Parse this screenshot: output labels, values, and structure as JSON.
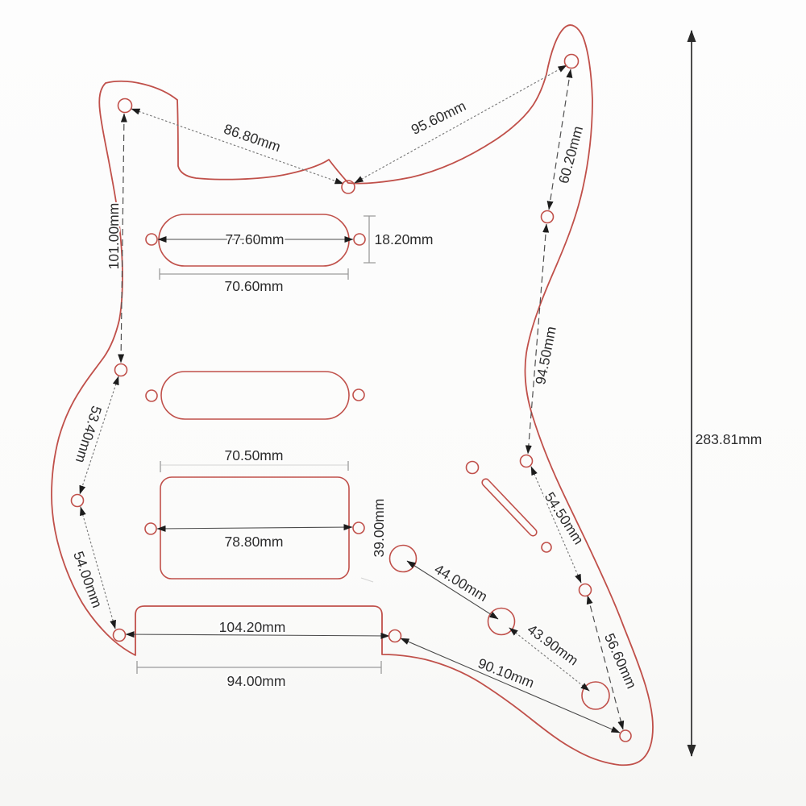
{
  "diagram": {
    "subject": "HSS guitar pickguard dimension drawing",
    "unit": "mm",
    "colors": {
      "outline": "#c0504a",
      "dimension_text": "#2d2d2d",
      "dimension_line": "#4a4a4a"
    },
    "dims": {
      "d86_80": "86.80mm",
      "d95_60": "95.60mm",
      "d60_20": "60.20mm",
      "d101_00": "101.00mm",
      "d77_60": "77.60mm",
      "d18_20": "18.20mm",
      "d70_60": "70.60mm",
      "d53_40": "53.40mm",
      "d70_50": "70.50mm",
      "d94_50": "94.50mm",
      "d54_50": "54.50mm",
      "d39_00": "39.00mm",
      "d78_80": "78.80mm",
      "d44_00": "44.00mm",
      "d54_00": "54.00mm",
      "d43_90": "43.90mm",
      "d56_60": "56.60mm",
      "d104_20": "104.20mm",
      "d90_10": "90.10mm",
      "d94_00": "94.00mm",
      "d283_81": "283.81mm"
    }
  }
}
